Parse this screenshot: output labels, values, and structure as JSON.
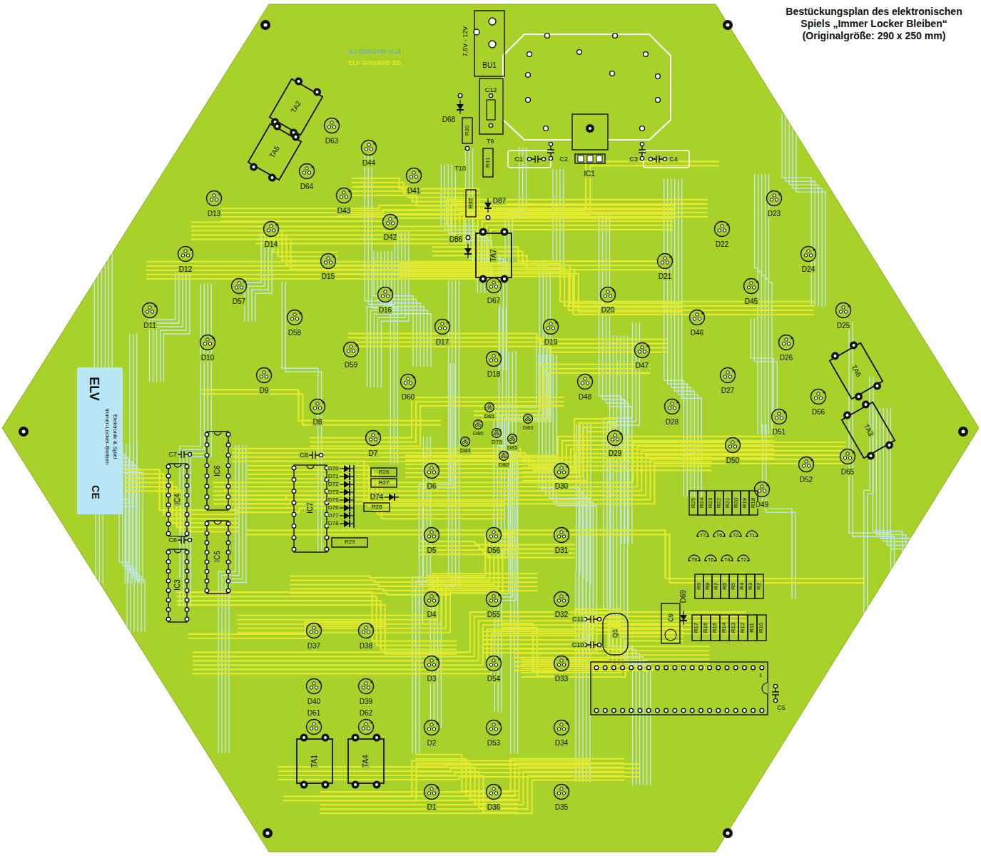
{
  "diagram": {
    "title": "Bestückungsplan des elektronischen Spiels „Immer Locker Bleiben“ (Originalgröße: 290 x 250 mm)",
    "labels": [
      "D1",
      "D2",
      "D3",
      "D4",
      "D5",
      "D6",
      "D7",
      "D8",
      "D9",
      "D10",
      "D11",
      "D12",
      "D13",
      "D14",
      "D15",
      "D16",
      "D17",
      "D18",
      "D19",
      "D20",
      "D21",
      "D22",
      "D23",
      "D24",
      "D25",
      "D26",
      "D27",
      "D28",
      "D29",
      "D30",
      "D31",
      "D32",
      "D33",
      "D34",
      "D35",
      "D36",
      "D37",
      "D38",
      "D39",
      "D40",
      "D41",
      "D42",
      "D43",
      "D44",
      "D45",
      "D46",
      "D47",
      "D48",
      "D49",
      "D50",
      "D51",
      "D52",
      "D53",
      "D54",
      "D55",
      "D56",
      "D57",
      "D58",
      "D59",
      "D60",
      "D61",
      "D62",
      "D63",
      "D64",
      "D65",
      "D66",
      "D67",
      "D68",
      "D69",
      "D70",
      "D71",
      "D72",
      "D73",
      "D74",
      "D75",
      "D76",
      "D77",
      "D78",
      "D79",
      "D80",
      "D81",
      "D82",
      "D83",
      "D84",
      "D85",
      "D86",
      "D87",
      "TA1",
      "TA2",
      "TA3",
      "TA4",
      "TA5",
      "TA6",
      "TA7",
      "BU1",
      "7,5V - 12V",
      "C12",
      "R30",
      "T9",
      "R31",
      "T10",
      "R32",
      "IC1",
      "C1",
      "C2",
      "C3",
      "C4",
      "C5",
      "C11",
      "C10",
      "Q1",
      "C9",
      "R25",
      "R24",
      "R23",
      "R22",
      "R21",
      "R20",
      "R19",
      "R18",
      "T8",
      "T7",
      "T6",
      "T5",
      "T4",
      "T3",
      "T2",
      "T1",
      "R9",
      "R8",
      "R7",
      "R6",
      "R5",
      "R4",
      "R3",
      "R2",
      "R17",
      "R16",
      "R15",
      "R14",
      "R13",
      "R12",
      "R11",
      "R10",
      "C7",
      "IC4",
      "C6",
      "IC3",
      "IC6",
      "IC5",
      "C8",
      "IC7",
      "R26",
      "R27",
      "R28",
      "R29",
      "1",
      "ELV 00410600 LS",
      "ELV 00410600 BS",
      "ELV",
      "Immer-Locker-Bleiben",
      "Elektronik & Spiel",
      "CE"
    ]
  }
}
